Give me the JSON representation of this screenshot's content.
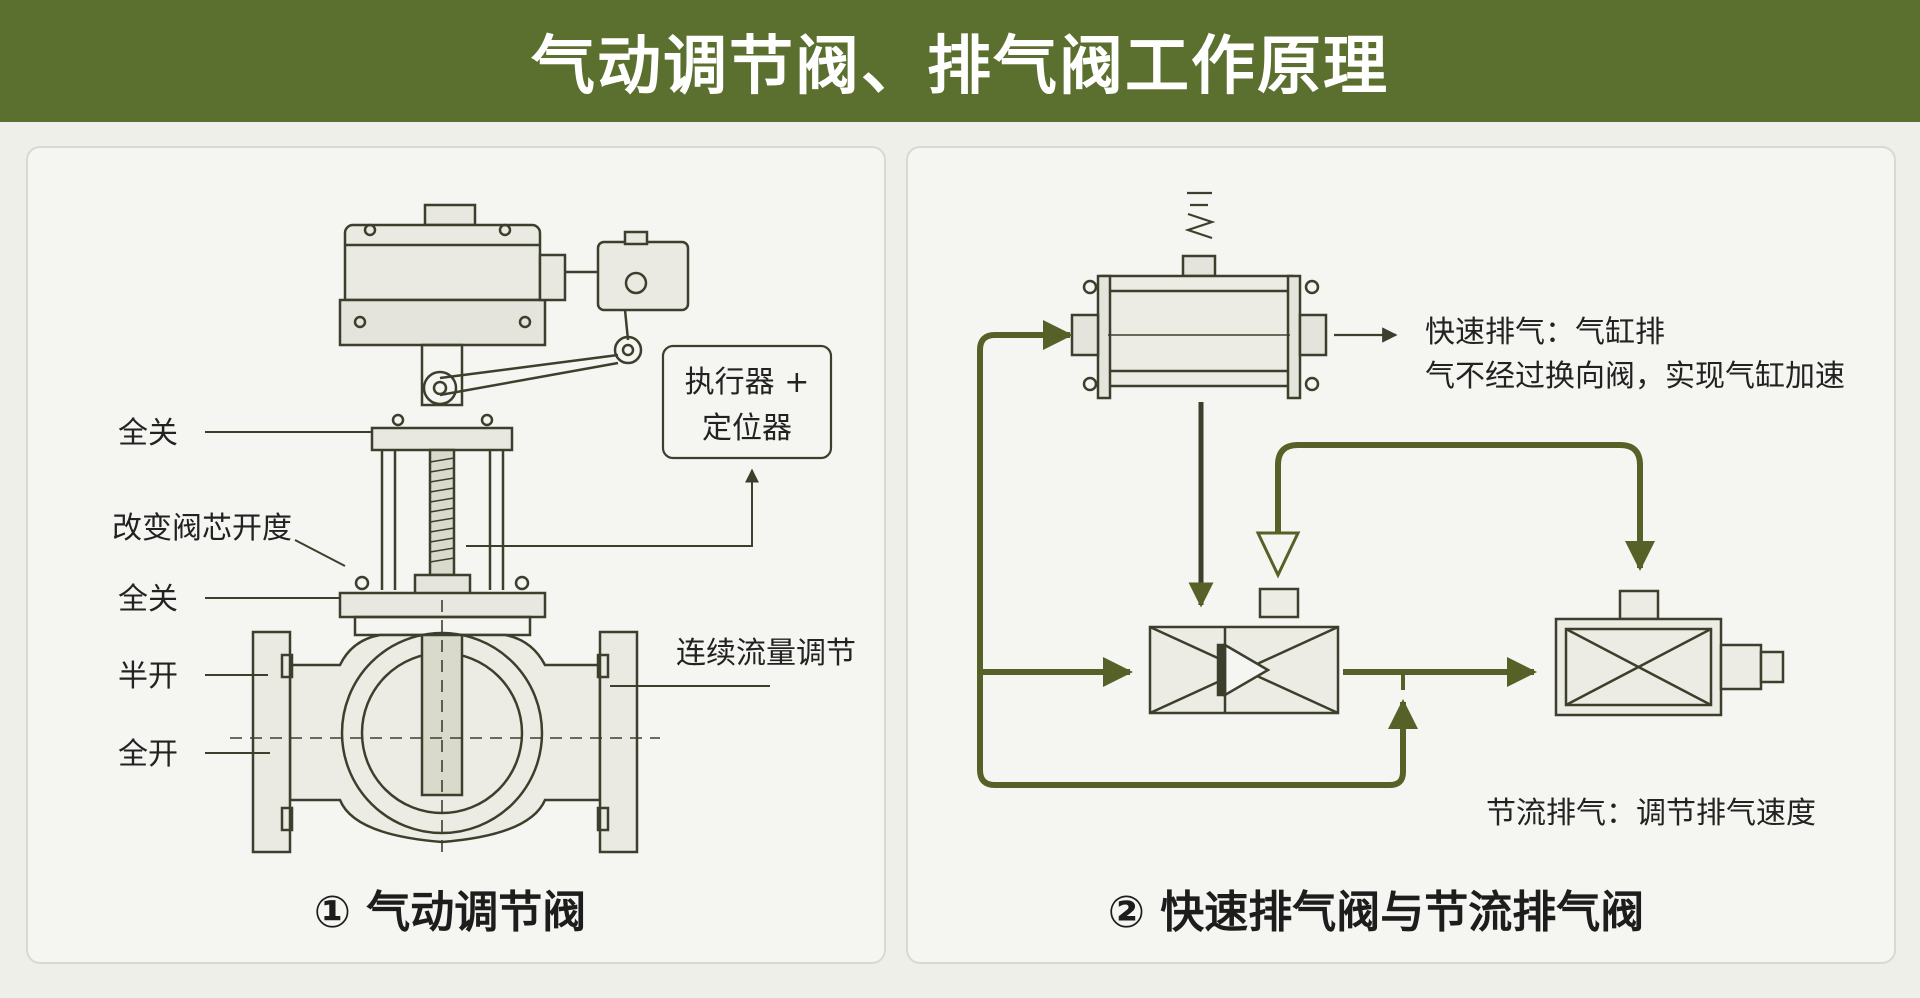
{
  "title": "气动调节阀、排气阀工作原理",
  "left_panel": {
    "caption": "① 气动调节阀",
    "labels": {
      "full_close_top": "全关",
      "change_opening": "改变阀芯开度",
      "full_close": "全关",
      "half_open": "半开",
      "full_open": "全开",
      "continuous_flow": "连续流量调节",
      "actuator_line1": "执行器 +",
      "actuator_line2": "定位器"
    }
  },
  "right_panel": {
    "caption": "② 快速排气阀与节流排气阀",
    "labels": {
      "quick_exhaust_line1": "快速排气：气缸排",
      "quick_exhaust_line2": "气不经过换向阀，实现气缸加速",
      "throttle_exhaust": "节流排气：调节排气速度"
    }
  },
  "colors": {
    "header": "#5b6f2e",
    "line": "#4a5320",
    "flow": "#566127",
    "panel": "#f5f5f1"
  }
}
